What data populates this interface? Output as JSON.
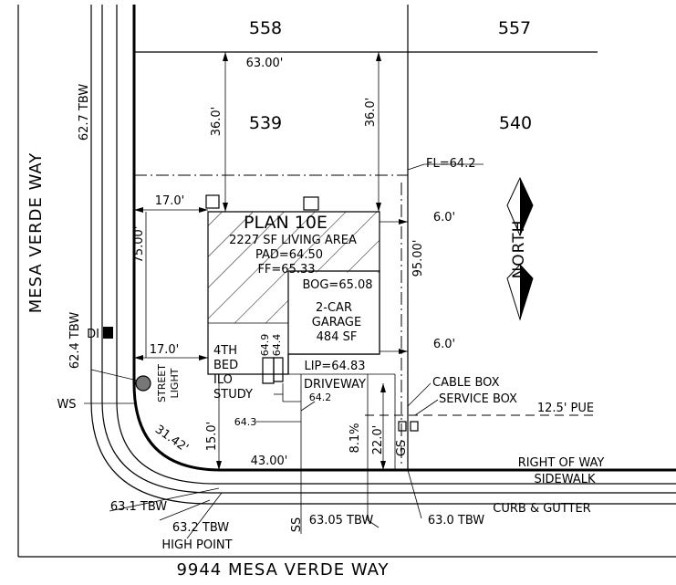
{
  "lots": {
    "top_left": "558",
    "top_right": "557",
    "subject": "539",
    "adjacent": "540"
  },
  "dimensions": {
    "rear_width": "63.00'",
    "rear_setback_left": "36.0'",
    "rear_setback_right": "36.0'",
    "side_setback_top": "17.0'",
    "side_setback_bottom": "17.0'",
    "lot_depth_left": "75.00'",
    "lot_depth_right": "95.00'",
    "right_setback_top": "6.0'",
    "right_setback_bottom": "6.0'",
    "front_setback": "15.0'",
    "front_width": "43.00'",
    "corner_arc": "31.42'",
    "driveway_to_row": "22.0'",
    "slope": "8.1%"
  },
  "elevations": {
    "tbw_top": "62.7 TBW",
    "tbw_left": "62.4 TBW",
    "fl": "FL=64.2",
    "pad": "PAD=64.50",
    "ff": "FF=65.33",
    "bog": "BOG=65.08",
    "lip": "LIP=64.83",
    "step_1": "64.9",
    "step_2": "64.4",
    "drive_1": "64.2",
    "drive_2": "64.3",
    "tbw_bottom_1": "63.1 TBW",
    "tbw_bottom_2": "63.2 TBW",
    "tbw_bottom_3": "63.05 TBW",
    "tbw_bottom_4": "63.0 TBW"
  },
  "plan": {
    "name": "PLAN 10E",
    "living_area": "2227 SF LIVING AREA",
    "garage_1": "2-CAR",
    "garage_2": "GARAGE",
    "garage_3": "484 SF",
    "bed_1": "4TH",
    "bed_2": "BED",
    "bed_3": "ILO",
    "bed_4": "STUDY"
  },
  "features": {
    "street_light_1": "STREET",
    "street_light_2": "LIGHT",
    "ws": "WS",
    "di": "DI",
    "driveway": "DRIVEWAY",
    "cable_box": "CABLE BOX",
    "service_box": "SERVICE BOX",
    "pue": "12.5' PUE",
    "row": "RIGHT OF WAY",
    "sidewalk": "SIDEWALK",
    "curb": "CURB & GUTTER",
    "high_point": "HIGH POINT",
    "ss": "SS",
    "gs": "GS"
  },
  "streets": {
    "side": "MESA VERDE WAY",
    "address": "9944 MESA VERDE WAY"
  },
  "north_label": "NORTH"
}
